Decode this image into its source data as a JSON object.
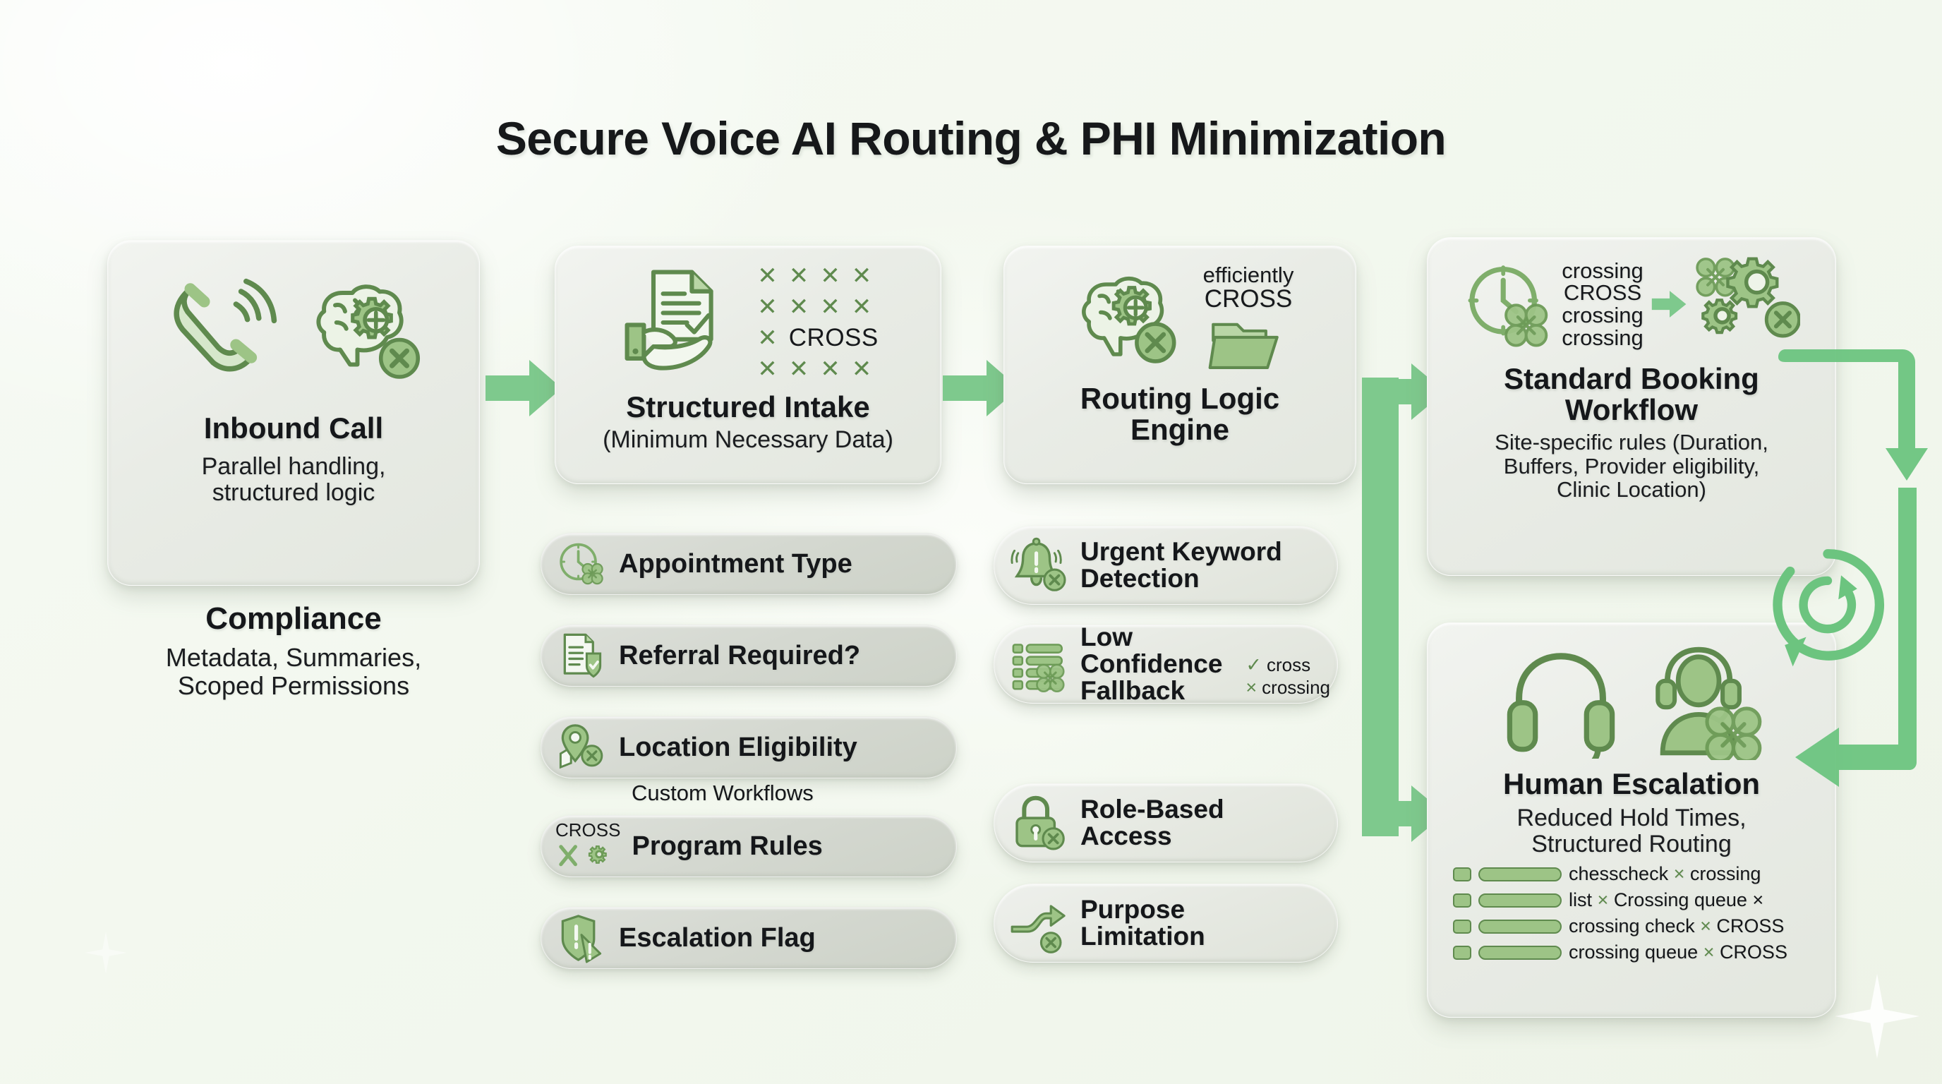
{
  "title": "Secure Voice AI Routing & PHI Minimization",
  "colors": {
    "accent_green": "#6cc47f",
    "icon_green_dark": "#5f8a4e",
    "icon_green_light": "#9dc486",
    "text_dark": "#15171a",
    "card_bg": "#e9ece6",
    "pill_bg": "#d4d8d0",
    "background": "#f3f8ef"
  },
  "stages": {
    "inbound_call": {
      "title": "Inbound Call",
      "subtitle_lines": [
        "Parallel handling,",
        "structured logic"
      ],
      "icons": [
        "phone-ringing-icon",
        "brain-gear-icon",
        "x-badge-icon"
      ]
    },
    "compliance": {
      "title": "Compliance",
      "subtitle_lines": [
        "Metadata, Summaries,",
        "Scoped Permissions"
      ]
    },
    "structured_intake": {
      "title": "Structured Intake",
      "subtitle": "(Minimum Necessary Data)",
      "icons": [
        "document-check-in-hand-icon",
        "x-grid-icon"
      ],
      "cross_label": "CROSS",
      "x_marks_rows": [
        4,
        4,
        1,
        4
      ]
    },
    "routing_logic_engine": {
      "title_lines": [
        "Routing Logic",
        "Engine"
      ],
      "icons": [
        "brain-gear-icon",
        "x-badge-icon",
        "folder-open-icon"
      ],
      "word_stack": [
        "efficiently",
        "CROSS"
      ]
    },
    "standard_booking_workflow": {
      "title_lines": [
        "Standard Booking",
        "Workflow"
      ],
      "subtitle_lines": [
        "Site-specific rules (Duration,",
        "Buffers, Provider eligibility,",
        "Clinic Location)"
      ],
      "icons": [
        "clock-icon",
        "arrow-right-icon",
        "gears-icon",
        "x-badge-icon"
      ],
      "word_stack": [
        "crossing",
        "CROSS",
        "crossing",
        "crossing"
      ]
    },
    "human_escalation": {
      "title": "Human Escalation",
      "subtitle_lines": [
        "Reduced Hold Times,",
        "Structured Routing"
      ],
      "icons": [
        "headset-icon",
        "agent-headset-icon"
      ],
      "mini_list": [
        {
          "text_before": "chesscheck",
          "mark": "×",
          "text_after": "crossing"
        },
        {
          "text_before": "list",
          "mark": "×",
          "text_after": "Crossing queue ×"
        },
        {
          "text_before": "crossing check",
          "mark": "×",
          "text_after": "CROSS"
        },
        {
          "text_before": "crossing queue",
          "mark": "×",
          "text_after": "CROSS"
        }
      ]
    }
  },
  "intake_items": [
    {
      "label": "Appointment Type",
      "icon": "clock-x-icon"
    },
    {
      "label": "Referral Required?",
      "icon": "document-shield-check-icon"
    },
    {
      "label": "Location Eligibility",
      "icon": "map-pin-x-icon",
      "overflow": "Custom Workflows"
    },
    {
      "label": "Program Rules",
      "icon": "cross-gear-icon",
      "icon_label": "CROSS"
    },
    {
      "label": "Escalation Flag",
      "icon": "shield-alert-icon"
    }
  ],
  "routing_items": [
    {
      "label_lines": [
        "Urgent Keyword",
        "Detection"
      ],
      "icon": "bell-alert-x-icon"
    },
    {
      "label_lines": [
        "Low Confidence",
        "Fallback"
      ],
      "icon": "list-x-icon",
      "annotations": [
        {
          "mark": "✓",
          "text": "cross"
        },
        {
          "mark": "×",
          "text": "crossing"
        }
      ]
    },
    {
      "label_lines": [
        "Role-Based",
        "Access"
      ],
      "icon": "lock-x-icon"
    },
    {
      "label_lines": [
        "Purpose",
        "Limitation"
      ],
      "icon": "branch-share-x-icon"
    }
  ],
  "connectors": [
    {
      "name": "arrow-inbound-to-intake",
      "type": "arrow-right"
    },
    {
      "name": "arrow-intake-to-routing",
      "type": "arrow-right"
    },
    {
      "name": "trunk-routing-to-right-column",
      "type": "branch-right"
    },
    {
      "name": "loop-booking-to-escalation",
      "type": "loop-back"
    },
    {
      "name": "refresh-loop-icon",
      "type": "circular-arrow"
    }
  ]
}
